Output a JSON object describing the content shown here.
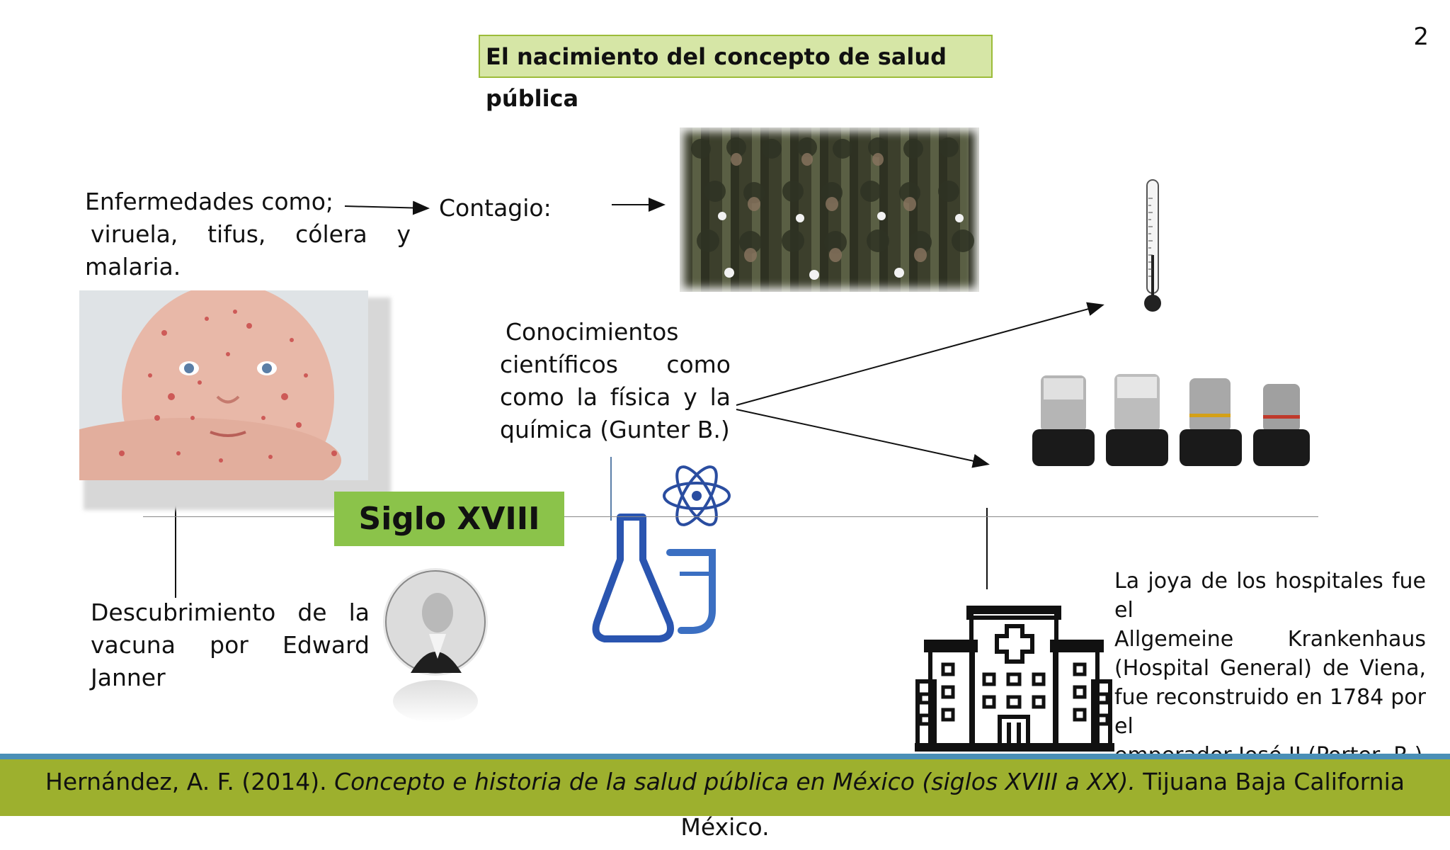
{
  "page_number": "2",
  "title": "El nacimiento del concepto de salud pública",
  "diseases": {
    "line1": "Enfermedades como;",
    "line2": "viruela, tifus, cólera y",
    "line3": "malaria."
  },
  "contagio": "Contagio:",
  "conocimientos": {
    "line1": "Conocimientos",
    "line2": "científicos como",
    "line3": "como la física y la",
    "line4": "química (Gunter B.)"
  },
  "siglo": "Siglo XVIII",
  "vacuna": {
    "line1": "Descubrimiento de la",
    "line2": "vacuna por Edward",
    "line3": "Janner"
  },
  "hospital": {
    "line1": "La joya de los hospitales fue el",
    "line2": "Allgemeine Krankenhaus",
    "line3": "(Hospital General) de Viena,",
    "line4": "fue reconstruido en 1784 por el",
    "line5": "emperador José II (Porter, R.)"
  },
  "citation": {
    "part1": "Hernández, A. F. (2014). ",
    "part2": "Concepto e historia de la salud pública en México (siglos XVIII a XX).",
    "part3": " Tijuana Baja California México."
  },
  "colors": {
    "title_bg": "#d6e6a6",
    "siglo_bg": "#8bc34a",
    "footer_bg": "#9db02e",
    "footer_stripe": "#4a8fb6"
  },
  "icons": [
    "thermometer-icon",
    "hospital-icon",
    "chemistry-icon"
  ]
}
